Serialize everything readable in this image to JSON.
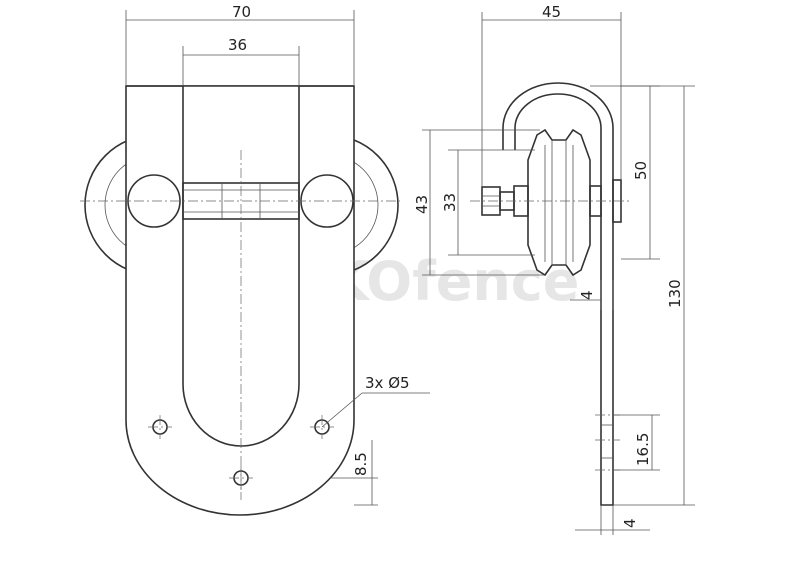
{
  "dimensions": {
    "front_width": "70",
    "front_inner_width": "36",
    "holes": "3x Ø5",
    "hole_offset": "8.5",
    "side_width": "45",
    "wheel_outer_dia": "43",
    "wheel_inner_dia": "33",
    "axle_height": "50",
    "plate_thickness_top": "4",
    "overall_height": "130",
    "slot_height": "16.5",
    "plate_thickness_bottom": "4"
  },
  "watermark": {
    "brand_bold": "EKO",
    "brand_light": "fence"
  }
}
